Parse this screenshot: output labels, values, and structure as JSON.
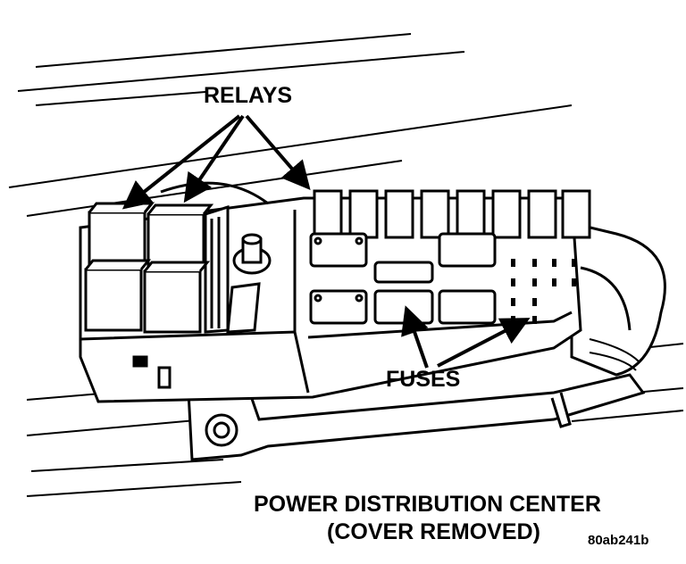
{
  "labels": {
    "relays": "RELAYS",
    "fuses": "FUSES"
  },
  "caption": {
    "line1": "POWER DISTRIBUTION CENTER",
    "line2": "(COVER REMOVED)"
  },
  "figure_id": "80ab241b"
}
